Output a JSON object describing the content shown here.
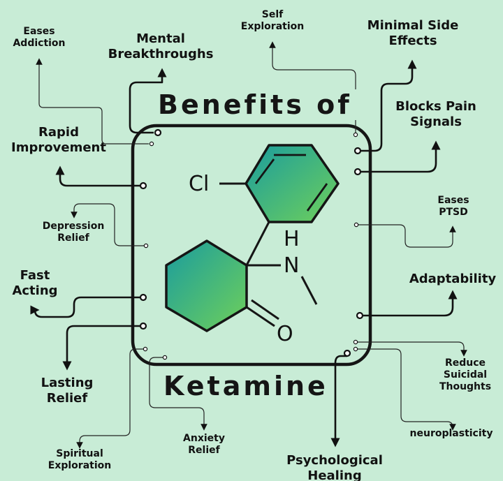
{
  "title_top": "Benefits of",
  "title_bottom": "Ketamine",
  "molecule": {
    "cl": "Cl",
    "h": "H",
    "n": "N",
    "o": "O"
  },
  "benefits": {
    "eases_addiction": "Eases\nAddiction",
    "mental_breakthroughs": "Mental\nBreakthroughs",
    "self_exploration": "Self\nExploration",
    "minimal_side_effects": "Minimal Side\nEffects",
    "blocks_pain_signals": "Blocks Pain\nSignals",
    "rapid_improvement": "Rapid\nImprovement",
    "eases_ptsd": "Eases\nPTSD",
    "depression_relief": "Depression\nRelief",
    "adaptability": "Adaptability",
    "fast_acting": "Fast\nActing",
    "lasting_relief": "Lasting\nRelief",
    "reduce_suicidal_thoughts": "Reduce\nSuicidal\nThoughts",
    "neuroplasticity": "neuroplasticity",
    "anxiety_relief": "Anxiety\nRelief",
    "spiritual_exploration": "Spiritual\nExploration",
    "psychological_healing": "Psychological\nHealing"
  },
  "colors": {
    "background": "#c8ecd6",
    "gradient_start": "#1a9c9e",
    "gradient_end": "#6fd05a",
    "ink": "#111111"
  }
}
